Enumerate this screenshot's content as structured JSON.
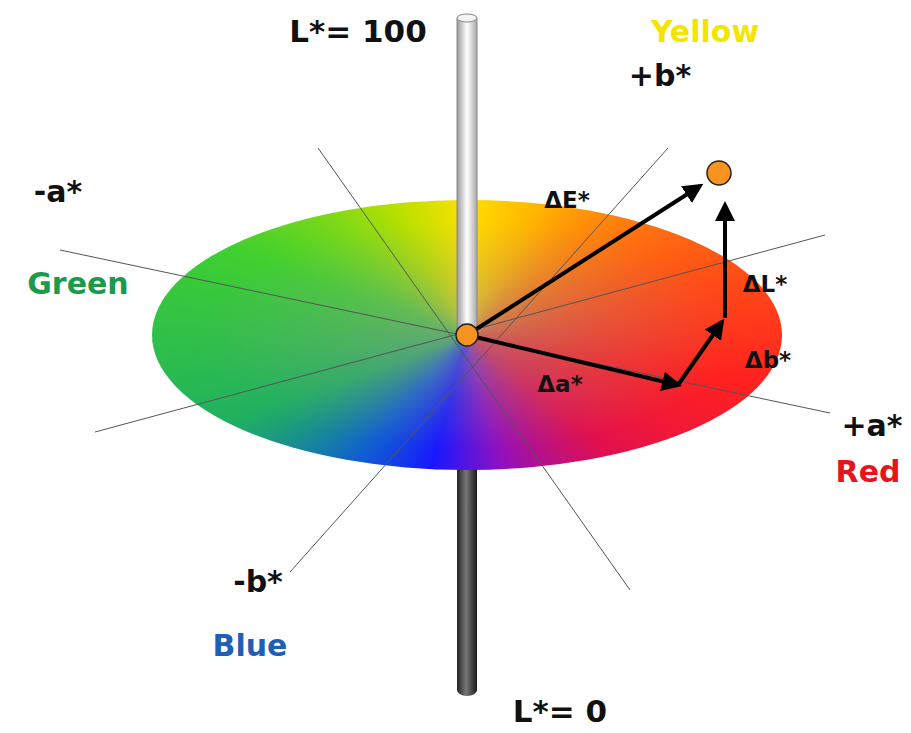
{
  "diagram": {
    "labels": [
      "L*= 100",
      "Yellow",
      "+b*",
      "-a*",
      "Green",
      "ΔE*",
      "ΔL*",
      "Δb*",
      "Δa*",
      "+a*",
      "Red",
      "-b*",
      "Blue",
      "L*= 0"
    ]
  }
}
